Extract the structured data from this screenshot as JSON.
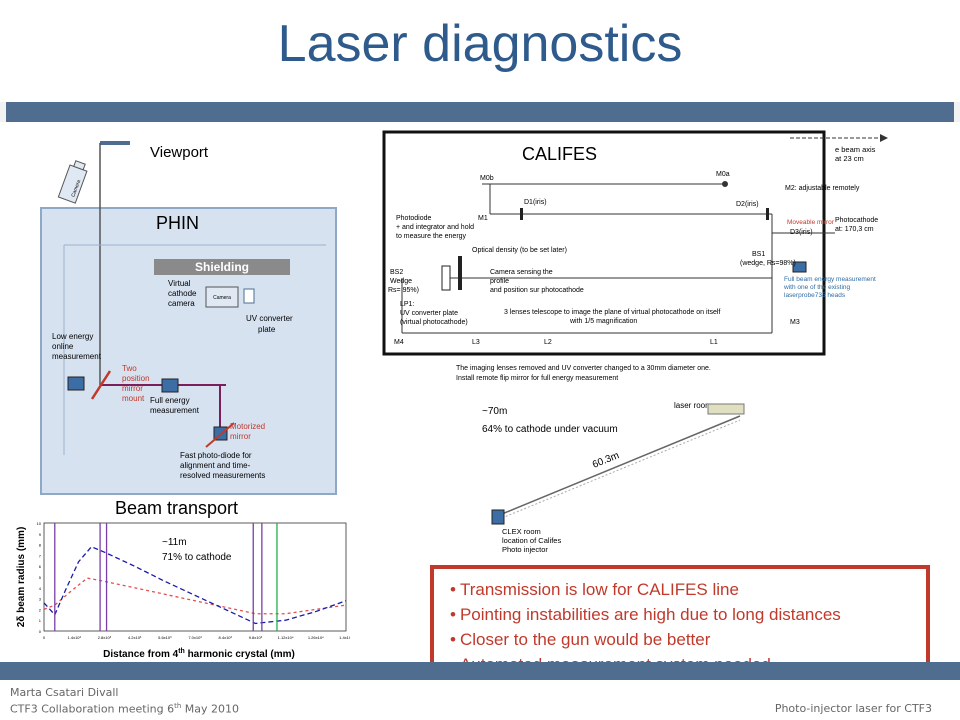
{
  "title": "Laser diagnostics",
  "phin": {
    "heading": "PHIN",
    "viewport": "Viewport",
    "camera_top": "Camera",
    "shielding": "Shielding",
    "virtual_cathode_camera": [
      "Virtual",
      "cathode",
      "camera"
    ],
    "camera_inner": "Camera",
    "uv_converter": [
      "UV converter",
      "plate"
    ],
    "low_energy": [
      "Low energy",
      "online",
      "measurement"
    ],
    "two_position": [
      "Two",
      "position",
      "mirror",
      "mount"
    ],
    "full_energy": [
      "Full energy",
      "measurement"
    ],
    "motorized": [
      "Motorized",
      "mirror"
    ],
    "fast_photodiode": [
      "Fast photo-diode for",
      "alignment and time-",
      "resolved measurements"
    ]
  },
  "califes": {
    "heading": "CALIFES",
    "beam_axis": [
      "e beam axis",
      "at 23 cm"
    ],
    "m0b": "M0b",
    "m0a": "M0a",
    "d1": "D1(iris)",
    "d2": "D2(iris)",
    "m1": "M1",
    "m2": "M2: adjustable remotely",
    "moveable": "Moveable mirror",
    "d3": "D3(iris)",
    "photocathode": [
      "Photocathode",
      "at: 170,3 cm"
    ],
    "photodiode": [
      "Photodiode",
      "+ and integrator and hold",
      "to measure the energy"
    ],
    "optical_density": "Optical density (to be set later)",
    "bs1": [
      "BS1",
      "(wedge, Rs=98%)"
    ],
    "bs2": [
      "BS2",
      "Wedge",
      "Rs= 95%)"
    ],
    "camera_sensing": [
      "Camera  sensing the",
      "profile",
      "and position sur photocathode"
    ],
    "lp1": [
      "LP1:",
      "UV converter plate",
      "(virtual photocathode)"
    ],
    "lenses": [
      "3 lenses telescope to image the plane of virtual photocathode on itself",
      "with 1/5 magnification"
    ],
    "full_beam": [
      "Full beam energy measurement",
      "with one of the existing",
      "laserprobe735 heads"
    ],
    "m3": "M3",
    "m4": "M4",
    "l3": "L3",
    "l2": "L2",
    "l1": "L1",
    "notes": [
      "The imaging lenses removed and UV converter changed to a 30mm diameter one.",
      "Install  remote flip mirror for full energy measurement"
    ]
  },
  "transport_long": {
    "distance": "~70m",
    "transmission": "64% to cathode under vacuum",
    "laser_room": "laser room",
    "length": "60.3m",
    "clex": [
      "CLEX room",
      "location of Califes",
      "Photo injector"
    ]
  },
  "beam_transport": {
    "heading": "Beam transport",
    "distance": "~11m",
    "transmission": "71% to cathode"
  },
  "chart_data": {
    "type": "line",
    "xlabel": "Distance from 4th harmonic crystal (mm)",
    "ylabel": "2δ beam radius (mm)",
    "xlim": [
      0,
      14
    ],
    "ylim": [
      0,
      10
    ],
    "yticks": [
      "0",
      "1",
      "2",
      "3",
      "4",
      "5",
      "6",
      "7",
      "8",
      "9",
      "10"
    ],
    "xticks": [
      "0",
      "1.4x10³",
      "2.8x10³",
      "4.2x10³",
      "5.6x10³",
      "7.0x10³",
      "8.4x10³",
      "9.8x10³",
      "1.12x10⁴",
      "1.26x10⁴",
      "1.4x10⁴"
    ],
    "series": [
      {
        "color": "#1a1aa8",
        "dash": "5,3",
        "x": [
          0,
          0.5,
          1,
          1.6,
          2.2,
          2.8,
          4.2,
          5.6,
          7.0,
          8.4,
          9.8,
          11.2,
          12.6,
          14
        ],
        "y": [
          2.6,
          1.5,
          3.8,
          6.4,
          7.8,
          7.3,
          6.0,
          4.6,
          3.3,
          2.0,
          0.7,
          1.0,
          1.8,
          2.8
        ]
      },
      {
        "color": "#e05050",
        "dash": "3,3",
        "x": [
          0,
          0.5,
          1.2,
          2.0,
          2.8,
          4.2,
          5.6,
          7.0,
          8.4,
          9.8,
          11.2,
          12.6,
          14
        ],
        "y": [
          2.0,
          2.4,
          3.6,
          4.9,
          4.6,
          4.0,
          3.4,
          2.8,
          2.2,
          1.6,
          1.6,
          2.0,
          2.4
        ]
      }
    ],
    "vlines": [
      {
        "x": 0.5,
        "color": "#7a3ea8"
      },
      {
        "x": 2.6,
        "color": "#7a3ea8"
      },
      {
        "x": 2.9,
        "color": "#7a3ea8"
      },
      {
        "x": 9.7,
        "color": "#7a3ea8"
      },
      {
        "x": 10.1,
        "color": "#7a3ea8"
      },
      {
        "x": 10.8,
        "color": "#22b14c"
      }
    ]
  },
  "bullets": [
    "Transmission is low for CALIFES line",
    "Pointing instabilities are high due to long distances",
    "Closer to the gun would be better",
    "Automated measurement  system needed"
  ],
  "footer": {
    "author": "Marta Csatari Divall",
    "meeting_pre": "CTF3 Collaboration meeting 6",
    "meeting_sup": "th",
    "meeting_post": " May 2010",
    "right": "Photo-injector laser for CTF3"
  },
  "colors": {
    "title": "#2e5b8c",
    "bar": "#4f6d8f",
    "box_red": "#c0392b",
    "phin_bg": "#d6e2f0"
  }
}
